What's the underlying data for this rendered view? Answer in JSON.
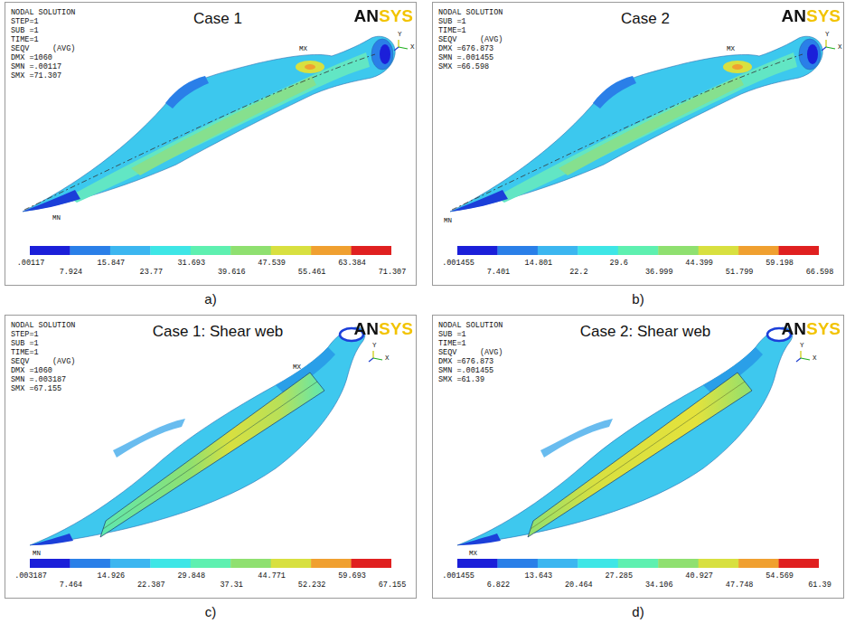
{
  "diagram": {
    "nodes": [
      {
        "text": [
          "Case 1"
        ]
      },
      {
        "text": [
          "Case 2"
        ]
      },
      {
        "text": [
          "Case 1: Shear web"
        ]
      },
      {
        "text": [
          "Case 2: Shear web"
        ]
      }
    ],
    "labels": [
      "NODAL SOLUTION",
      "STEP=1",
      "SUB =1",
      "TIME=1",
      "SEQV     (AVG)",
      "DMX =1060",
      "SMN =.00117",
      "SMX =71.307",
      "ANSYS",
      "MX",
      "MN",
      "Y",
      "X",
      ".00117",
      "7.924",
      "15.847",
      "23.77",
      "31.693",
      "39.616",
      "47.539",
      "55.461",
      "63.384",
      "71.307",
      "a)",
      "NODAL SOLUTION",
      "SUB =1",
      "TIME=1",
      "SEQV     (AVG)",
      "DMX =676.873",
      "SMN =.001455",
      "SMX =66.598",
      "ANSYS",
      "MX",
      "MN",
      "Y",
      "X",
      ".001455",
      "7.401",
      "14.801",
      "22.2",
      "29.6",
      "36.999",
      "44.399",
      "51.799",
      "59.198",
      "66.598",
      "b)",
      "NODAL SOLUTION",
      "STEP=1",
      "SUB =1",
      "TIME=1",
      "SEQV     (AVG)",
      "DMX =1060",
      "SMN =.003187",
      "SMX =67.155",
      "ANSYS",
      "MX",
      "MN",
      "Y",
      "X",
      ".003187",
      "7.464",
      "14.926",
      "22.387",
      "29.848",
      "37.31",
      "44.771",
      "52.232",
      "59.693",
      "67.155",
      "c)",
      "NODAL SOLUTION",
      "SUB =1",
      "TIME=1",
      "SEQV     (AVG)",
      "DMX =676.873",
      "SMN =.001455",
      "SMX =61.39",
      "ANSYS",
      "MX",
      "Y",
      "X",
      ".001455",
      "6.822",
      "13.643",
      "20.464",
      "27.285",
      "34.106",
      "40.927",
      "47.748",
      "54.569",
      "61.39",
      "d)"
    ]
  }
}
